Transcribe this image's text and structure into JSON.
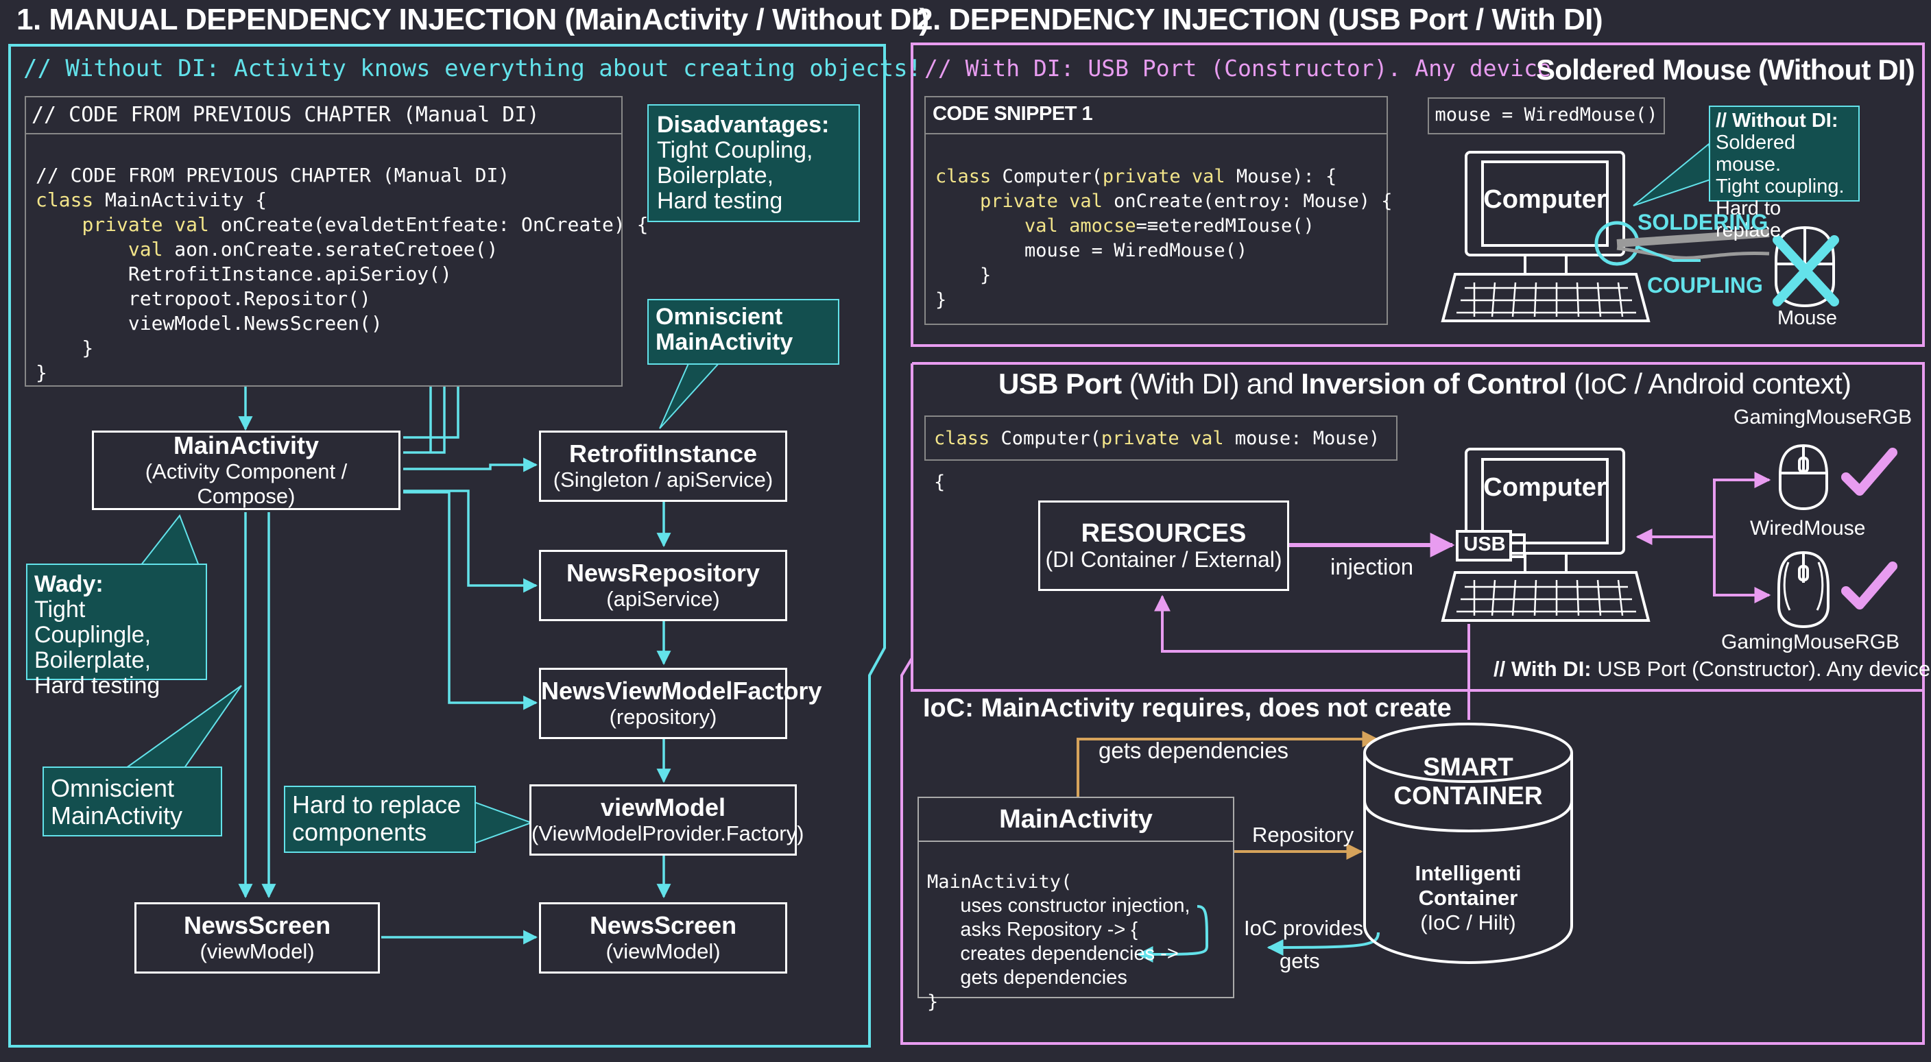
{
  "left": {
    "title": "1. MANUAL DEPENDENCY INJECTION (MainActivity / Without DI)",
    "comment": "// Without DI: Activity knows everything about creating objects!",
    "code_header": "// CODE FROM PREVIOUS CHAPTER (Manual DI)",
    "code_lines": [
      "// CODE FROM PREVIOUS CHAPTER (Manual DI)",
      "class MainActivity {",
      "    private val onCreate(evaldetEntfeate: OnCreate) {",
      "        val aon.onCreate.serateCretoee()",
      "        RetrofitInstance.apiSerioy()",
      "        retropoot.Repositor()",
      "        viewModel.NewsScreen()",
      "    }",
      "}"
    ],
    "notes": {
      "disadvantages_title": "Disadvantages:",
      "disadvantages_body": [
        "Tight Coupling,",
        "Boilerplate,",
        "Hard testing"
      ],
      "omniscient_top": [
        "Omniscient",
        "MainActivity"
      ],
      "wady_title": "Wady:",
      "wady_body": [
        "Tight Couplingle,",
        "Boilerplate,",
        "Hard testing"
      ],
      "omniscient_bottom": [
        "Omniscient",
        "MainActivity"
      ],
      "hard_replace": [
        "Hard to replace",
        "components"
      ]
    },
    "nodes": {
      "main_activity": {
        "title": "MainActivity",
        "sub": "(Activity Component / Compose)"
      },
      "retrofit": {
        "title": "RetrofitInstance",
        "sub": "(Singleton / apiService)"
      },
      "repo": {
        "title": "NewsRepository",
        "sub": "(apiService)"
      },
      "factory": {
        "title": "NewsViewModelFactory",
        "sub": "(repository)"
      },
      "viewmodel": {
        "title": "viewModel",
        "sub": "(ViewModelProvider.Factory)"
      },
      "screen_left": {
        "title": "NewsScreen",
        "sub": "(viewModel)"
      },
      "screen_right": {
        "title": "NewsScreen",
        "sub": "(viewModel)"
      }
    }
  },
  "right": {
    "title": "2. DEPENDENCY INJECTION (USB Port / With DI)",
    "comment": "// With DI: USB Port (Constructor). Any device.",
    "snippet_header": "CODE SNIPPET 1",
    "snippet_lines": [
      "class Computer(private val Mouse): {",
      "    private val onCreate(entroy: Mouse) {",
      "        val amocse=≡eteredMIouse()",
      "        mouse = WiredMouse()",
      "    }",
      "}"
    ],
    "soldered": {
      "title": "Soldered Mouse (Without DI)",
      "code": "mouse = WiredMouse()",
      "computer": "Computer",
      "note_title": "// Without DI:",
      "note_body": [
        "Soldered mouse.",
        "Tight coupling.",
        "Hard to replace."
      ],
      "soldering": "SOLDERING",
      "coupling": "COUPLING",
      "mouse": "Mouse"
    },
    "usb": {
      "title_b1": "USB Port",
      "title_n1": " (With DI) and ",
      "title_b2": "Inversion of Control",
      "title_n2": " (IoC / Android context)",
      "code": "class Computer(private val mouse: Mouse) {",
      "resources_title": "RESOURCES",
      "resources_sub": "(DI Container / External)",
      "injection": "injection",
      "computer": "Computer",
      "usb": "USB",
      "mouse_top": "GamingMouseRGB",
      "mouse_mid": "WiredMouse",
      "mouse_bottom": "GamingMouseRGB",
      "footer_b": "// With DI:",
      "footer_n": " USB Port (Constructor). Any device."
    },
    "ioc": {
      "title": "IoC: MainActivity requires, does not create",
      "gets_dependencies": "gets dependencies",
      "main_title": "MainActivity",
      "main_code": [
        "MainActivity(",
        "      uses constructor injection,",
        "      asks Repository -> {",
        "      creates dependencies ->",
        "      gets dependencies",
        "}"
      ],
      "repository": "Repository",
      "ioc_provides": "IoC provides",
      "gets": "gets",
      "container_title": [
        "SMART",
        "CONTAINER"
      ],
      "container_sub1": "Intelligenti Container",
      "container_sub2": "(IoC / Hilt)"
    }
  },
  "colors": {
    "cyan": "#63e2ea",
    "pink": "#e89cf0",
    "orange": "#d6a35b",
    "bg": "#2a2a35",
    "note_bg": "#134f4f"
  }
}
